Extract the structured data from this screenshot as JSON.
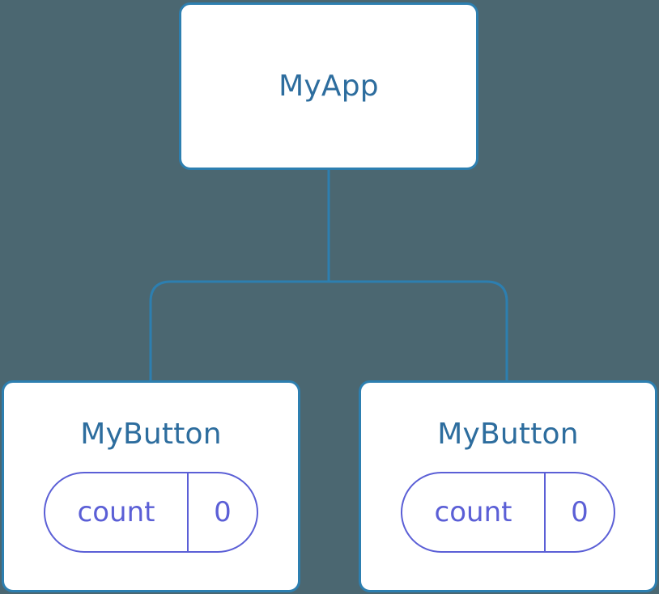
{
  "diagram": {
    "background_color": "#4b6771",
    "node_border_color": "#2d7fb0",
    "node_title_color": "#2d6d9e",
    "state_color": "#5b5fd6",
    "edge_color": "#2d7fb0"
  },
  "root": {
    "title": "MyApp"
  },
  "children": [
    {
      "title": "MyButton",
      "state": {
        "key": "count",
        "value": "0"
      }
    },
    {
      "title": "MyButton",
      "state": {
        "key": "count",
        "value": "0"
      }
    }
  ]
}
